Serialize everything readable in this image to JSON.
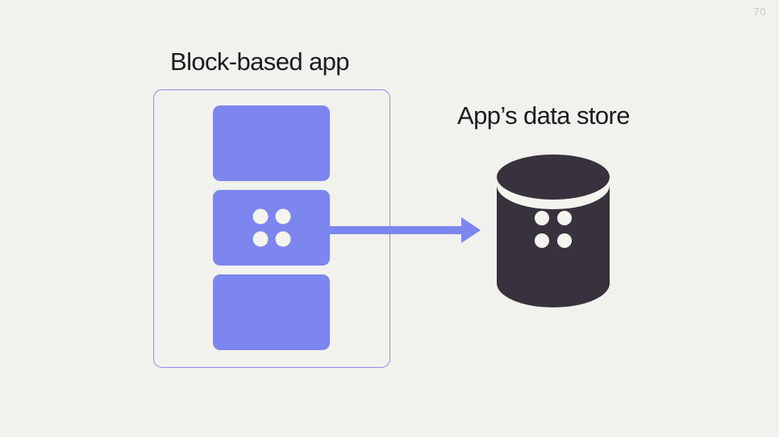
{
  "slide": {
    "page_number": "70",
    "background_color": "#f1f2ed"
  },
  "app_section": {
    "heading": "Block-based app",
    "container_border_color": "#8b8fe0",
    "block_color": "#7d85ee",
    "blocks": [
      {
        "name": "block-plain-top",
        "has_data_dots": false
      },
      {
        "name": "block-with-data",
        "has_data_dots": true
      },
      {
        "name": "block-plain-bottom",
        "has_data_dots": false
      }
    ],
    "dot_color": "#f5f5f0",
    "dot_count": 4
  },
  "arrow": {
    "name": "flow-arrow",
    "direction": "right",
    "color": "#7d85ee",
    "from": "block-with-data",
    "to": "data-store-cylinder"
  },
  "data_store": {
    "heading": "App’s data store",
    "body_color": "#37323c",
    "rim_color": "#f4f4ef",
    "dot_color": "#f5f5f0",
    "dot_count": 4
  }
}
